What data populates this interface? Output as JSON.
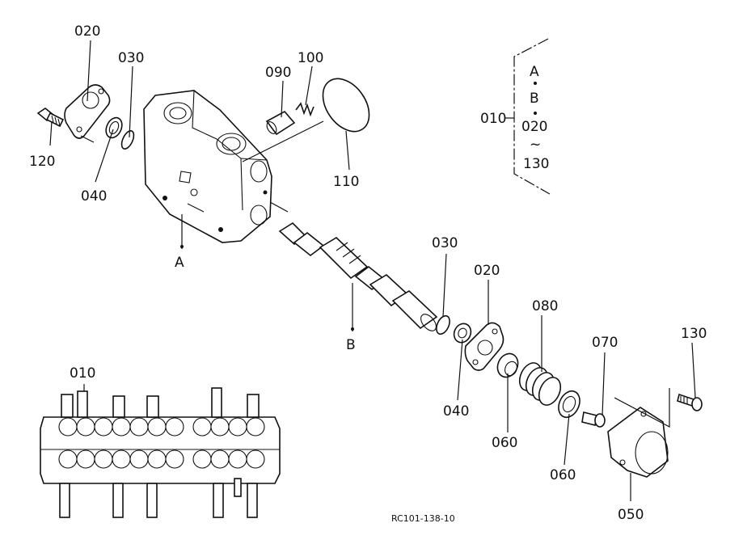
{
  "diagram": {
    "drawing_code": "RC101-138-10",
    "legend": {
      "label": "010",
      "items": [
        "A",
        "B",
        "020",
        "130"
      ],
      "range_symbol": "~"
    },
    "callouts": {
      "p020_left": "020",
      "p030_left": "030",
      "p090": "090",
      "p100": "100",
      "p110": "110",
      "p120": "120",
      "p040_left": "040",
      "ref_a": "A",
      "ref_b": "B",
      "p030_right": "030",
      "p020_right": "020",
      "p080": "080",
      "p070": "070",
      "p130": "130",
      "p040_right": "040",
      "p060_a": "060",
      "p060_b": "060",
      "p050": "050",
      "p010": "010"
    }
  }
}
